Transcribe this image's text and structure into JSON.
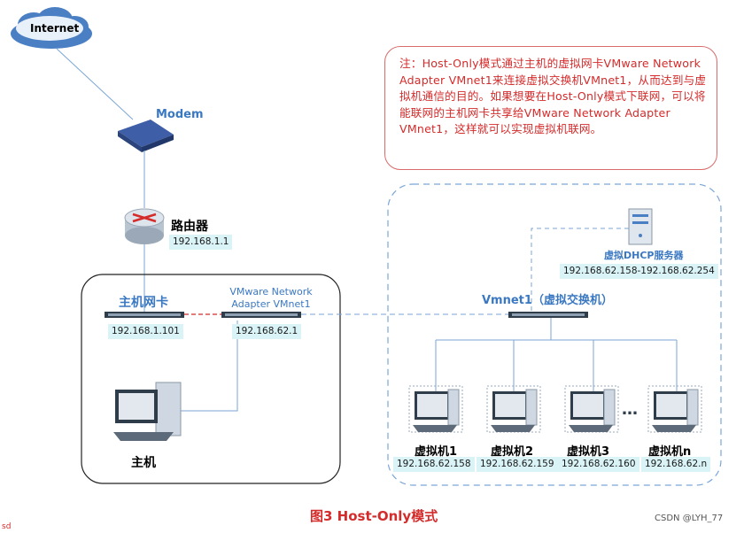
{
  "internet": {
    "label": "Internet"
  },
  "modem": {
    "label": "Modem"
  },
  "router": {
    "label": "路由器",
    "ip": "192.168.1.1"
  },
  "host_nic": {
    "label": "主机网卡",
    "ip": "192.168.1.101"
  },
  "vmnet_adapter": {
    "label_line1": "VMware Network",
    "label_line2": "Adapter VMnet1",
    "ip": "192.168.62.1"
  },
  "host": {
    "label": "主机"
  },
  "note": {
    "text": "注：Host-Only模式通过主机的虚拟网卡VMware Network Adapter VMnet1来连接虚拟交换机VMnet1，从而达到与虚拟机通信的目的。如果想要在Host-Only模式下联网，可以将能联网的主机网卡共享给VMware Network Adapter VMnet1，这样就可以实现虚拟机联网。"
  },
  "dhcp": {
    "label": "虚拟DHCP服务器",
    "range": "192.168.62.158-192.168.62.254"
  },
  "vmnet1": {
    "label": "Vmnet1（虚拟交换机）"
  },
  "vms": [
    {
      "name": "虚拟机1",
      "ip": "192.168.62.158"
    },
    {
      "name": "虚拟机2",
      "ip": "192.168.62.159"
    },
    {
      "name": "虚拟机3",
      "ip": "192.168.62.160"
    },
    {
      "name": "虚拟机n",
      "ip": "192.168.62.n"
    }
  ],
  "ellipsis": "…",
  "caption": "图3  Host-Only模式",
  "watermark": "CSDN @LYH_77",
  "corner_text": "sd",
  "colors": {
    "ip_bg": "#d9f3f7",
    "note_red": "#d42b2b",
    "link_blue": "#3a78c2",
    "dashed_red": "#d42b2b"
  }
}
